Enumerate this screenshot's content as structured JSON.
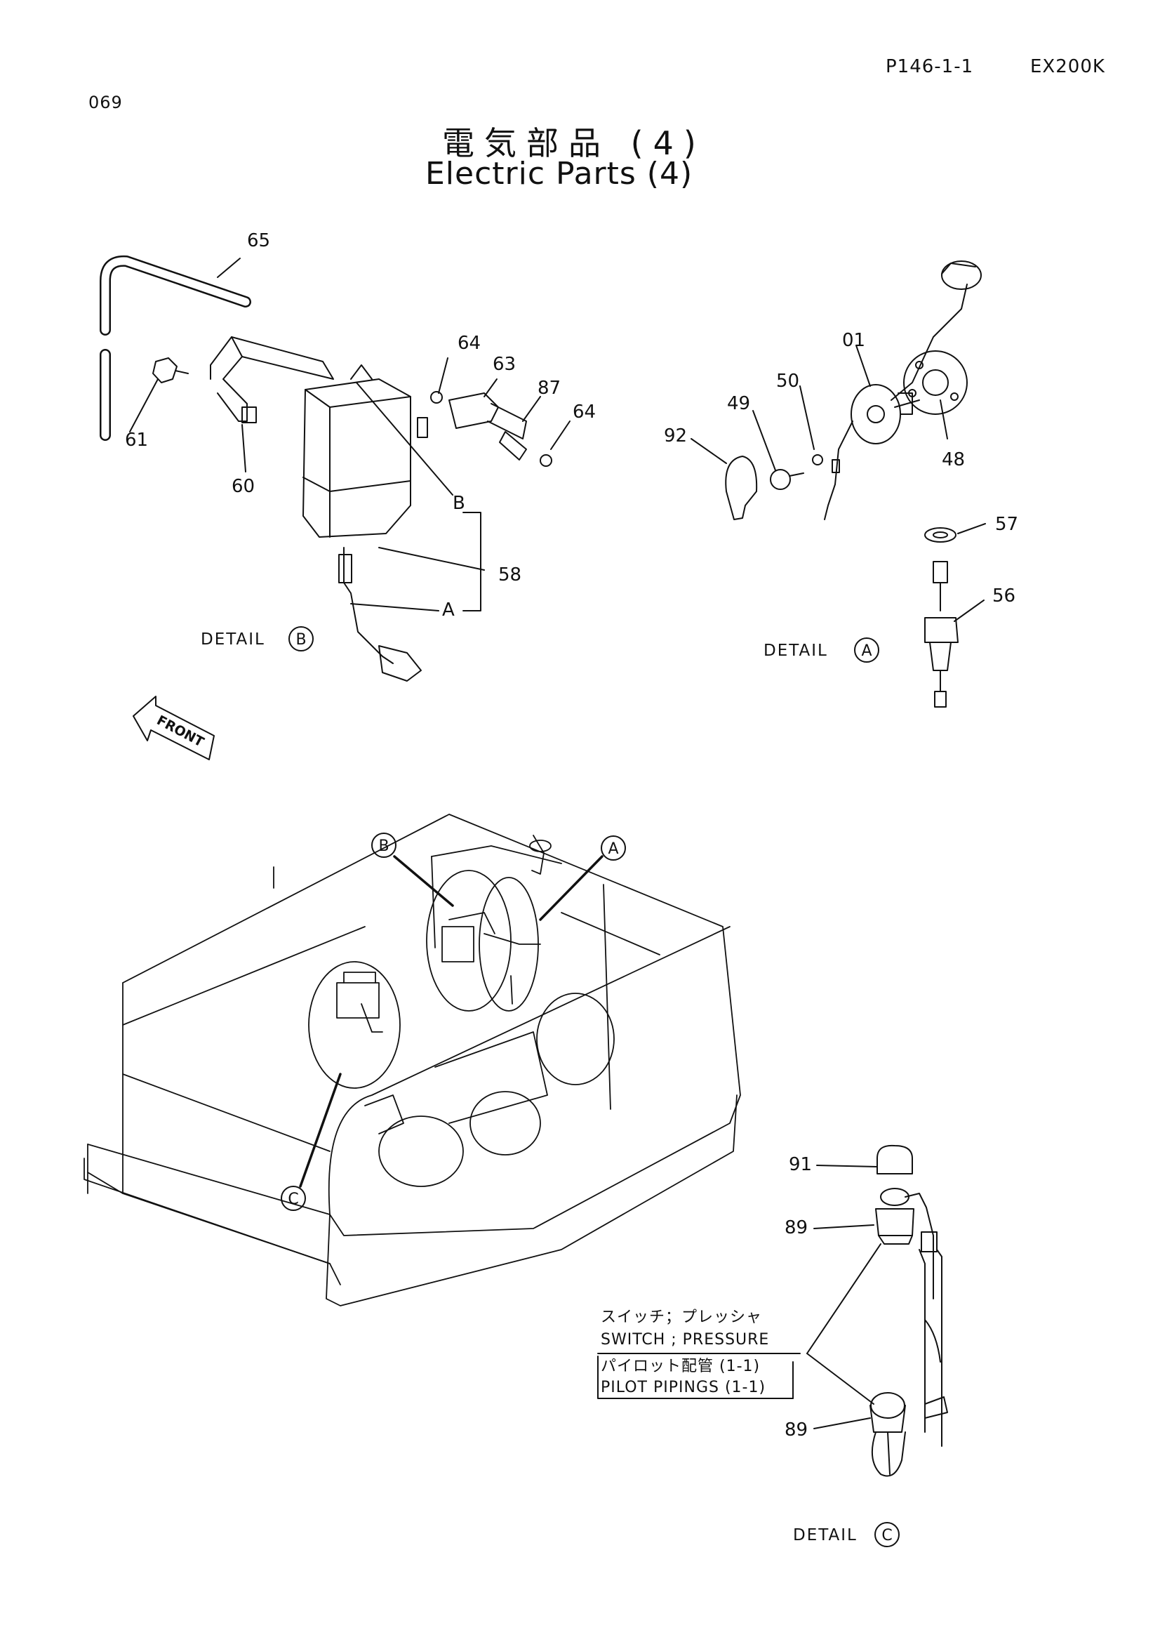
{
  "header": {
    "page_ref": "P146-1-1",
    "model": "EX200K",
    "page_number": "069"
  },
  "title": {
    "jp": "電気部品 (4)",
    "en": "Electric Parts (4)"
  },
  "callouts": {
    "n65": "65",
    "n61": "61",
    "n60": "60",
    "n64a": "64",
    "n63": "63",
    "n87": "87",
    "n64b": "64",
    "nB": "B",
    "nA": "A",
    "n58": "58",
    "n01": "01",
    "n50": "50",
    "n49": "49",
    "n92": "92",
    "n48": "48",
    "n57": "57",
    "n56": "56",
    "n91": "91",
    "n89a": "89",
    "n89b": "89"
  },
  "details": {
    "b_label": "DETAIL",
    "b_letter": "B",
    "a_label": "DETAIL",
    "a_letter": "A",
    "c_label": "DETAIL",
    "c_letter": "C"
  },
  "overview": {
    "front": "FRONT",
    "circle_b": "B",
    "circle_a": "A",
    "circle_c": "C"
  },
  "note": {
    "jp_switch": "スイッチ；プレッシャ",
    "en_switch": "SWITCH ; PRESSURE",
    "jp_pilot": "パイロット配管 (1-1)",
    "en_pilot": "PILOT PIPINGS (1-1)"
  }
}
